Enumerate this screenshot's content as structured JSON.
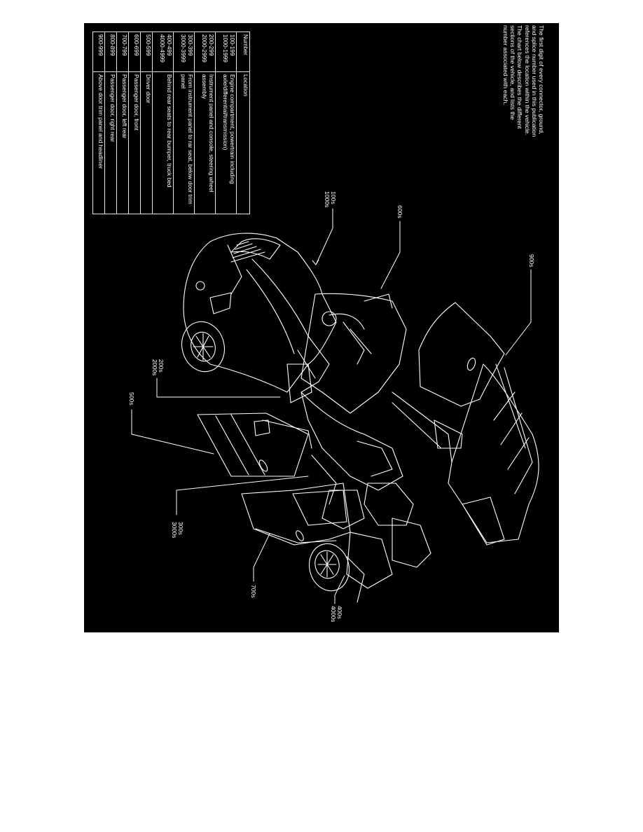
{
  "intro": {
    "paragraph_1": "The first digit of every connector, ground, and splice number used in this publication references the location within the vehicle.",
    "paragraph_2": "The chart below describes the different sections of the vehicle, and lists the number associated with each."
  },
  "table": {
    "headers": {
      "number": "Number",
      "location": "Location"
    },
    "rows": [
      {
        "number_1": "100-199",
        "number_2": "1000-1999",
        "location": "Engine compartment, powertrain including axle/differential/transmission)"
      },
      {
        "number_1": "200-299",
        "number_2": "2000-2999",
        "location": "Instrument panel and console, steering wheel assembly"
      },
      {
        "number_1": "300-399",
        "number_2": "3000-3999",
        "location": "From instrument panel to rar seat, below door trim panel"
      },
      {
        "number_1": "400-499",
        "number_2": "4000-4999",
        "location": "Behind rear seats to rear bumper, truck bed"
      },
      {
        "number_1": "500-599",
        "number_2": "",
        "location": "Driver door"
      },
      {
        "number_1": "600-699",
        "number_2": "",
        "location": "Passenger door, front"
      },
      {
        "number_1": "700-799",
        "number_2": "",
        "location": "Passenger door, left rear"
      },
      {
        "number_1": "800-899",
        "number_2": "",
        "location": "Passenger door, right rear"
      },
      {
        "number_1": "900-999",
        "number_2": "",
        "location": "Above door trim panel and headliner"
      }
    ]
  },
  "callouts": {
    "c100": {
      "line_1": "100s",
      "line_2": "1000s"
    },
    "c600": {
      "line_1": "600s"
    },
    "c900": {
      "line_1": "900s"
    },
    "c200": {
      "line_1": "200s",
      "line_2": "2000s"
    },
    "c500": {
      "line_1": "500s"
    },
    "c300": {
      "line_1": "300s",
      "line_2": "3000s"
    },
    "c700": {
      "line_1": "700s"
    },
    "c400": {
      "line_1": "400s",
      "line_2": "4000s"
    }
  },
  "colors": {
    "background": "#000000",
    "line_art": "#ffffff",
    "page": "#ffffff"
  }
}
